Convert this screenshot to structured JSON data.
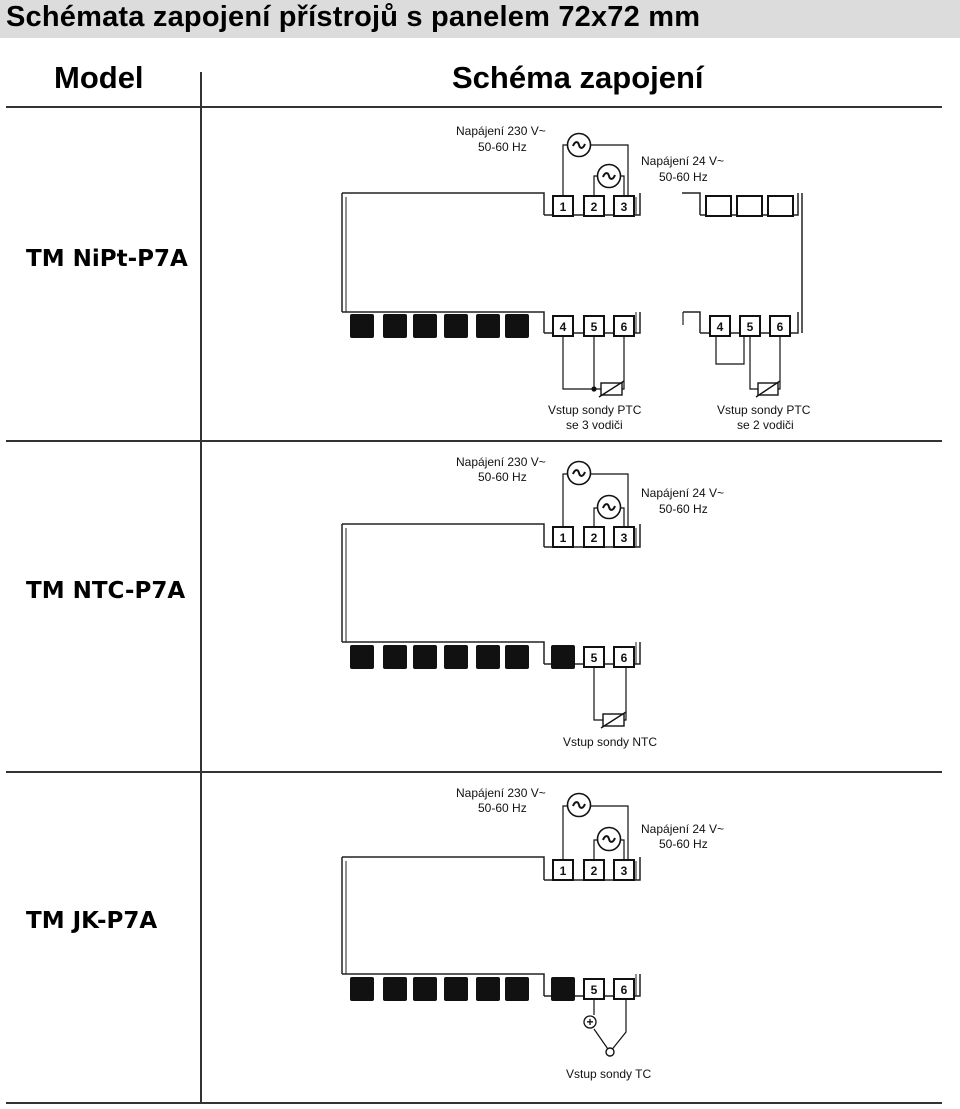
{
  "title": "Schémata zapojení přístrojů s panelem 72x72 mm",
  "columns": {
    "model": "Model",
    "schema": "Schéma zapojení"
  },
  "terminals": [
    "1",
    "2",
    "3",
    "4",
    "5",
    "6"
  ],
  "supply_230": {
    "line1": "Napájení 230 V~",
    "line2": "50-60 Hz"
  },
  "supply_24": {
    "line1": "Napájení 24 V~",
    "line2": "50-60 Hz"
  },
  "ac_symbol": "~",
  "plus_symbol": "+",
  "rows": [
    {
      "model": "TM NiPt-P7A",
      "probe_labels": [
        {
          "line1": "Vstup sondy PTC",
          "line2": "se 3 vodiči"
        },
        {
          "line1": "Vstup sondy PTC",
          "line2": "se 2 vodiči"
        }
      ]
    },
    {
      "model": "TM NTC-P7A",
      "probe_labels": [
        {
          "line1": "Vstup sondy NTC"
        }
      ]
    },
    {
      "model": "TM JK-P7A",
      "probe_labels": [
        {
          "line1": "Vstup sondy TC"
        }
      ]
    }
  ]
}
